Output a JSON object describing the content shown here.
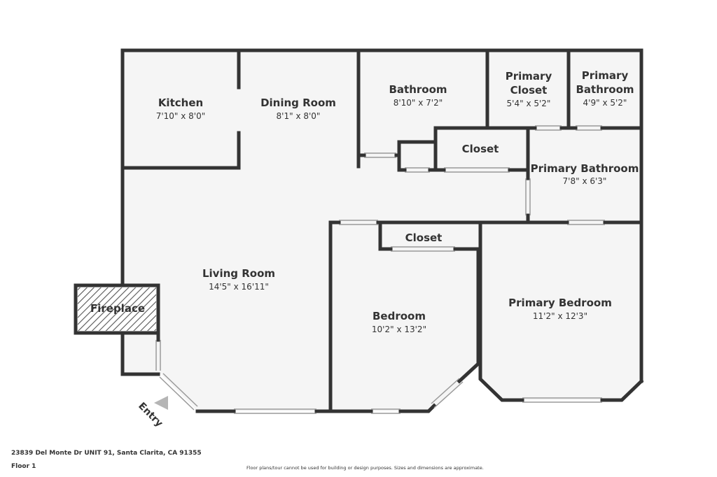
{
  "rooms": {
    "kitchen": {
      "name": "Kitchen",
      "dims": "7'10\" x 8'0\""
    },
    "dining": {
      "name": "Dining Room",
      "dims": "8'1\" x 8'0\""
    },
    "bathroom": {
      "name": "Bathroom",
      "dims": "8'10\" x 7'2\""
    },
    "primary_closet": {
      "name_line1": "Primary",
      "name_line2": "Closet",
      "dims": "5'4\" x 5'2\""
    },
    "primary_bath_small": {
      "name_line1": "Primary",
      "name_line2": "Bathroom",
      "dims": "4'9\" x 5'2\""
    },
    "closet_upper": {
      "name": "Closet"
    },
    "primary_bath": {
      "name": "Primary Bathroom",
      "dims": "7'8\" x 6'3\""
    },
    "living": {
      "name": "Living Room",
      "dims": "14'5\" x 16'11\""
    },
    "fireplace": {
      "name": "Fireplace"
    },
    "closet_lower": {
      "name": "Closet"
    },
    "bedroom": {
      "name": "Bedroom",
      "dims": "10'2\" x 13'2\""
    },
    "primary_bedroom": {
      "name": "Primary Bedroom",
      "dims": "11'2\" x 12'3\""
    }
  },
  "entry": {
    "label": "Entry"
  },
  "footer": {
    "address": "23839 Del Monte Dr UNIT 91, Santa Clarita, CA 91355",
    "floor": "Floor 1",
    "disclaimer": "Floor plans/tour cannot be used for building or design purposes. Sizes and dimensions are approximate."
  },
  "colors": {
    "wall": "#333333",
    "floor": "#f5f5f5",
    "text": "#333333"
  }
}
